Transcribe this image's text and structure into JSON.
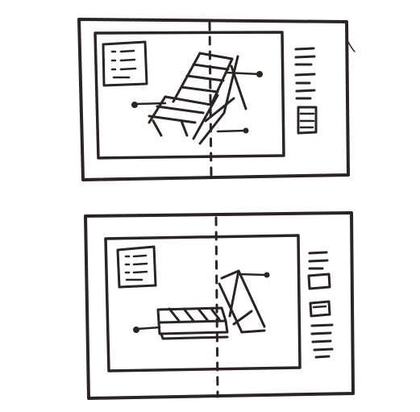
{
  "ink_color": "#2a2423",
  "paper_color": "#ffffff",
  "panels": [
    {
      "id": "panel-top",
      "subject": "reclining-chair-wireframe"
    },
    {
      "id": "panel-bottom",
      "subject": "reclining-chair-wireframe-folded"
    }
  ]
}
